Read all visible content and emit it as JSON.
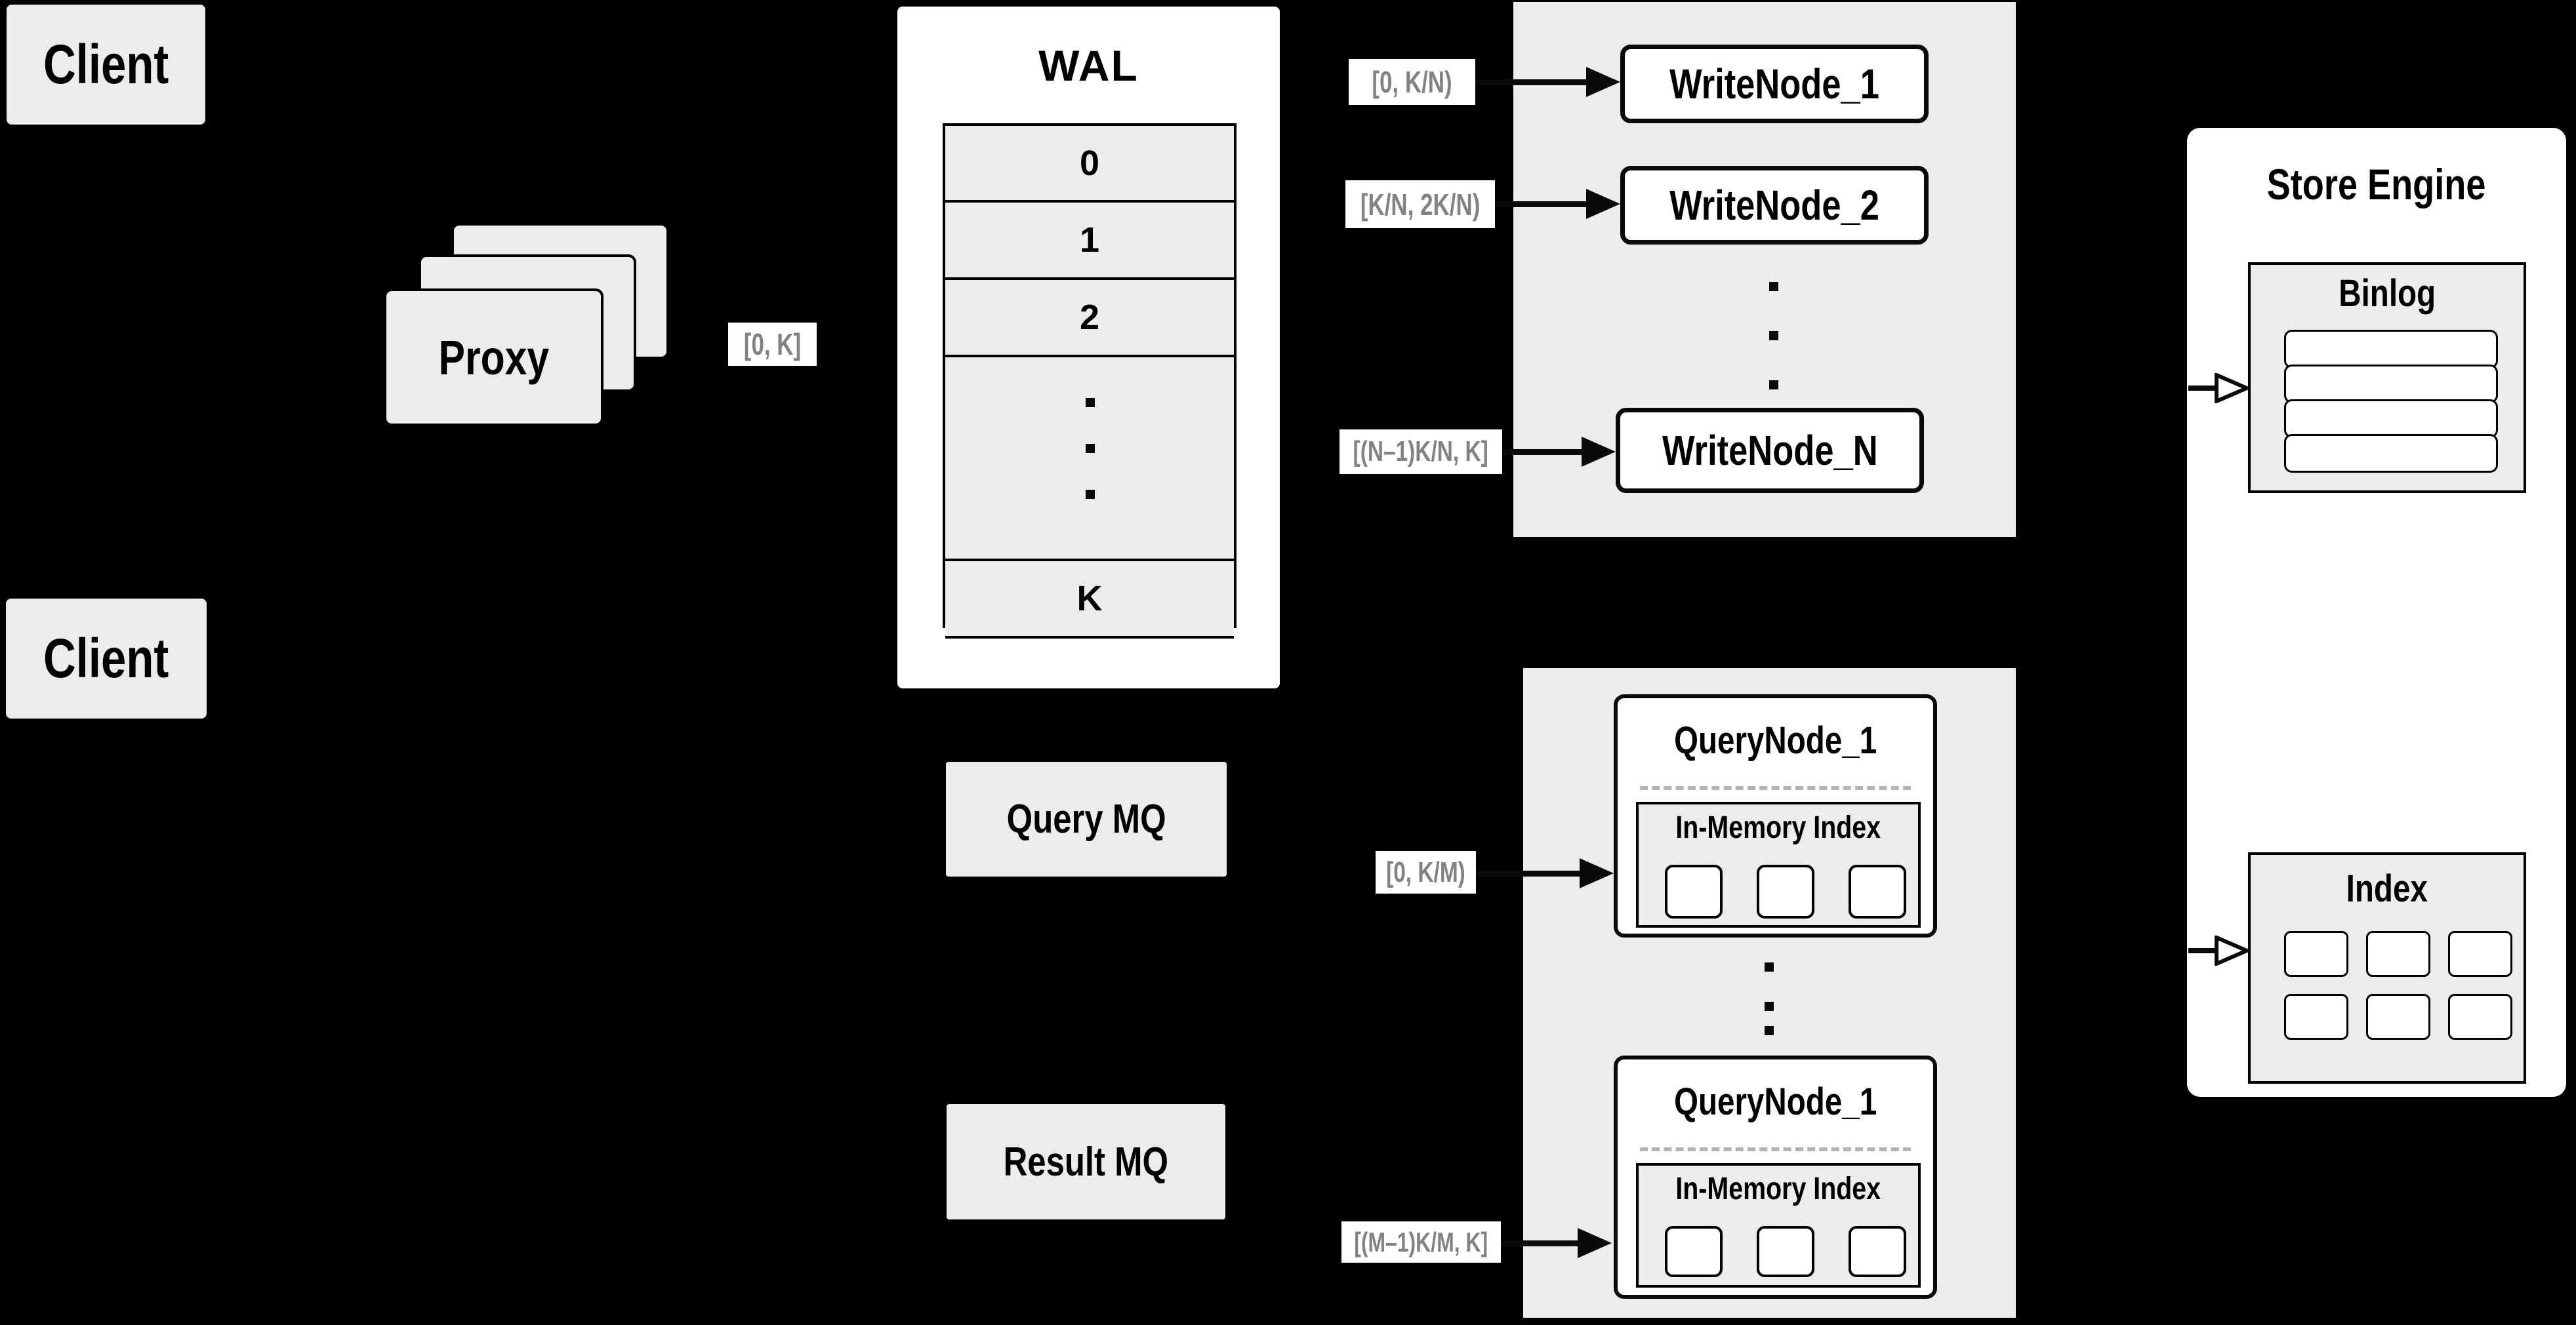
{
  "clients": {
    "top": "Client",
    "bottom": "Client"
  },
  "proxy": {
    "label": "Proxy"
  },
  "edge_labels": {
    "proxy_to_wal": "[0, K]",
    "write_1": "[0, K/N)",
    "write_2": "[K/N, 2K/N)",
    "write_n": "[(N–1)K/N, K]",
    "query_1": "[0, K/M)",
    "query_m": "[(M–1)K/M, K]"
  },
  "wal": {
    "title": "WAL",
    "rows": [
      "0",
      "1",
      "2",
      "K"
    ]
  },
  "write_cluster": {
    "nodes": [
      "WriteNode_1",
      "WriteNode_2",
      "WriteNode_N"
    ]
  },
  "store_engine": {
    "title": "Store Engine",
    "binlog_title": "Binlog",
    "index_title": "Index"
  },
  "mq": {
    "query": "Query MQ",
    "result": "Result MQ"
  },
  "query_cluster": {
    "node_top": "QueryNode_1",
    "node_bottom": "QueryNode_1",
    "inmem": "In-Memory Index"
  },
  "colors": {
    "background": "#000000",
    "panel": "#ececec",
    "node_fill": "#ffffff",
    "line": "#0a0a0a",
    "label_text": "#828282",
    "dashed_divider": "#b3b3b3"
  }
}
